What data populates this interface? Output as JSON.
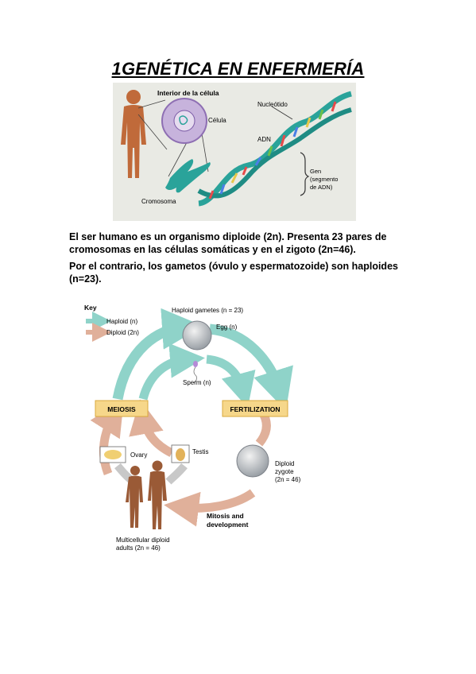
{
  "document": {
    "title": "1GENÉTICA EN ENFERMERÍA",
    "paragraph1": "El ser humano es un organismo diploide (2n).   Presenta 23 pares de cromosomas en las células somáticas y en el zigoto (2n=46).",
    "paragraph2": "Por el contrario, los gametos (óvulo y espermatozoide) son haploides (n=23)."
  },
  "figure1": {
    "labels": {
      "cell_interior": "Interior de la célula",
      "cell": "Célula",
      "nucleotide": "Nucleótido",
      "dna": "ADN",
      "gene_1": "Gen",
      "gene_2": "(segmento",
      "gene_3": "de ADN)",
      "chromosome": "Cromosoma"
    },
    "colors": {
      "background": "#e9eae4",
      "body": "#c06a3a",
      "dna": "#2aa39a",
      "cell": "#a98bc8"
    }
  },
  "figure2": {
    "key_title": "Key",
    "key_haploid": "Haploid (n)",
    "key_diploid": "Diploid (2n)",
    "haploid_gametes": "Haploid gametes (n = 23)",
    "egg": "Egg (n)",
    "sperm": "Sperm (n)",
    "meiosis": "MEIOSIS",
    "fertilization": "FERTILIZATION",
    "ovary": "Ovary",
    "testis": "Testis",
    "zygote_1": "Diploid",
    "zygote_2": "zygote",
    "zygote_3": "(2n = 46)",
    "mitosis_1": "Mitosis and",
    "mitosis_2": "development",
    "adults_1": "Multicellular diploid",
    "adults_2": "adults (2n = 46)",
    "colors": {
      "haploid": "#8fd3c9",
      "diploid": "#e0b09a",
      "box": "#f6d78a",
      "box_border": "#d9a93c"
    }
  }
}
